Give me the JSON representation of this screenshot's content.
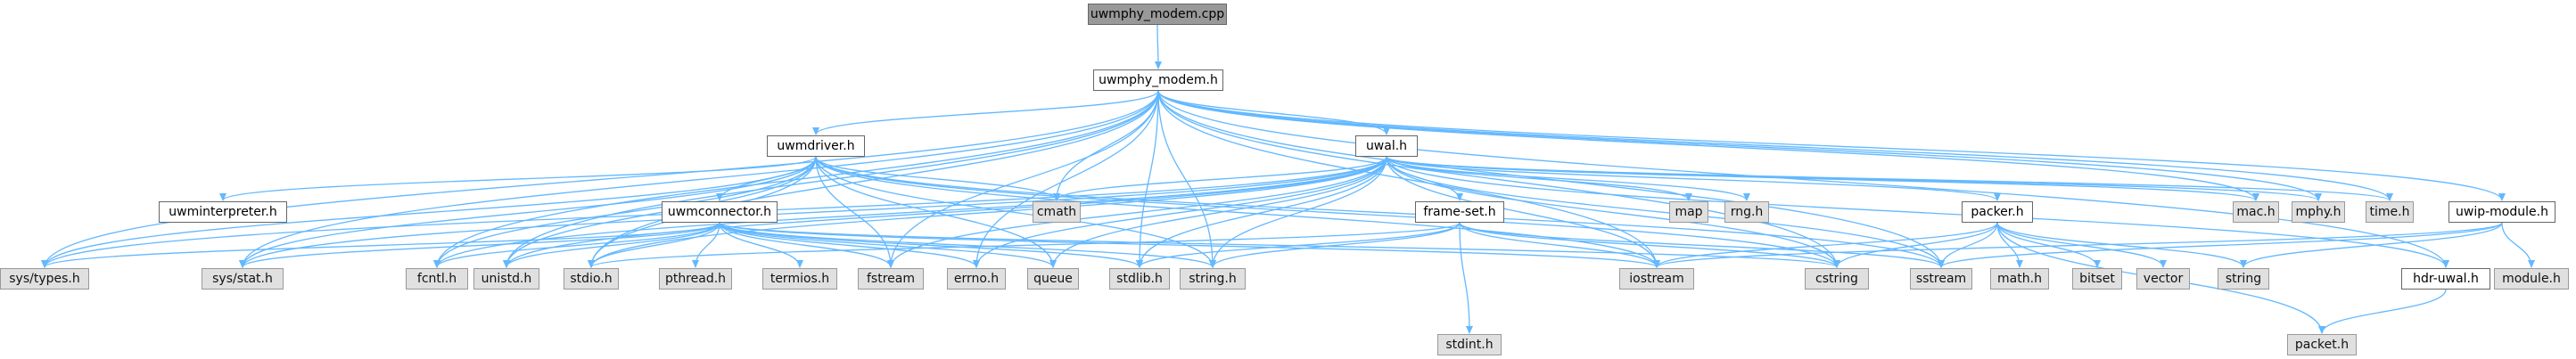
{
  "diagram": {
    "edge_color": "#63b8ff",
    "nodes": [
      {
        "id": "uwmphy_modem_cpp",
        "label": "uwmphy_modem.cpp",
        "style": "root"
      },
      {
        "id": "uwmphy_modem_h",
        "label": "uwmphy_modem.h",
        "style": "header"
      },
      {
        "id": "uwmdriver_h",
        "label": "uwmdriver.h",
        "style": "header"
      },
      {
        "id": "uwal_h",
        "label": "uwal.h",
        "style": "header"
      },
      {
        "id": "uwminterpreter_h",
        "label": "uwminterpreter.h",
        "style": "header"
      },
      {
        "id": "uwmconnector_h",
        "label": "uwmconnector.h",
        "style": "header"
      },
      {
        "id": "frame_set_h",
        "label": "frame-set.h",
        "style": "header"
      },
      {
        "id": "packer_h",
        "label": "packer.h",
        "style": "header"
      },
      {
        "id": "uwip_module_h",
        "label": "uwip-module.h",
        "style": "header"
      },
      {
        "id": "hdr_uwal_h",
        "label": "hdr-uwal.h",
        "style": "header"
      },
      {
        "id": "cmath",
        "label": "cmath",
        "style": "system"
      },
      {
        "id": "map",
        "label": "map",
        "style": "system"
      },
      {
        "id": "rng_h",
        "label": "rng.h",
        "style": "system"
      },
      {
        "id": "mac_h",
        "label": "mac.h",
        "style": "system"
      },
      {
        "id": "mphy_h",
        "label": "mphy.h",
        "style": "system"
      },
      {
        "id": "time_h",
        "label": "time.h",
        "style": "system"
      },
      {
        "id": "sys_types_h",
        "label": "sys/types.h",
        "style": "system"
      },
      {
        "id": "sys_stat_h",
        "label": "sys/stat.h",
        "style": "system"
      },
      {
        "id": "fcntl_h",
        "label": "fcntl.h",
        "style": "system"
      },
      {
        "id": "unistd_h",
        "label": "unistd.h",
        "style": "system"
      },
      {
        "id": "stdio_h",
        "label": "stdio.h",
        "style": "system"
      },
      {
        "id": "pthread_h",
        "label": "pthread.h",
        "style": "system"
      },
      {
        "id": "termios_h",
        "label": "termios.h",
        "style": "system"
      },
      {
        "id": "fstream",
        "label": "fstream",
        "style": "system"
      },
      {
        "id": "errno_h",
        "label": "errno.h",
        "style": "system"
      },
      {
        "id": "queue",
        "label": "queue",
        "style": "system"
      },
      {
        "id": "stdlib_h",
        "label": "stdlib.h",
        "style": "system"
      },
      {
        "id": "string_h",
        "label": "string.h",
        "style": "system"
      },
      {
        "id": "stdint_h",
        "label": "stdint.h",
        "style": "system"
      },
      {
        "id": "iostream",
        "label": "iostream",
        "style": "system"
      },
      {
        "id": "cstring",
        "label": "cstring",
        "style": "system"
      },
      {
        "id": "sstream",
        "label": "sstream",
        "style": "system"
      },
      {
        "id": "math_h",
        "label": "math.h",
        "style": "system"
      },
      {
        "id": "bitset",
        "label": "bitset",
        "style": "system"
      },
      {
        "id": "vector",
        "label": "vector",
        "style": "system"
      },
      {
        "id": "string",
        "label": "string",
        "style": "system"
      },
      {
        "id": "module_h",
        "label": "module.h",
        "style": "system"
      },
      {
        "id": "packet_h",
        "label": "packet.h",
        "style": "system"
      }
    ],
    "edges": [
      [
        "uwmphy_modem_cpp",
        "uwmphy_modem_h"
      ],
      [
        "uwmphy_modem_h",
        "uwmdriver_h"
      ],
      [
        "uwmphy_modem_h",
        "uwal_h"
      ],
      [
        "uwmphy_modem_h",
        "uwip_module_h"
      ],
      [
        "uwmphy_modem_h",
        "hdr_uwal_h"
      ],
      [
        "uwmphy_modem_h",
        "cmath"
      ],
      [
        "uwmphy_modem_h",
        "mac_h"
      ],
      [
        "uwmphy_modem_h",
        "mphy_h"
      ],
      [
        "uwmphy_modem_h",
        "time_h"
      ],
      [
        "uwmphy_modem_h",
        "sys_types_h"
      ],
      [
        "uwmphy_modem_h",
        "sys_stat_h"
      ],
      [
        "uwmphy_modem_h",
        "fcntl_h"
      ],
      [
        "uwmphy_modem_h",
        "unistd_h"
      ],
      [
        "uwmphy_modem_h",
        "stdio_h"
      ],
      [
        "uwmphy_modem_h",
        "fstream"
      ],
      [
        "uwmphy_modem_h",
        "errno_h"
      ],
      [
        "uwmphy_modem_h",
        "stdlib_h"
      ],
      [
        "uwmphy_modem_h",
        "string_h"
      ],
      [
        "uwmphy_modem_h",
        "iostream"
      ],
      [
        "uwmphy_modem_h",
        "cstring"
      ],
      [
        "uwmphy_modem_h",
        "sstream"
      ],
      [
        "uwmdriver_h",
        "uwminterpreter_h"
      ],
      [
        "uwmdriver_h",
        "uwmconnector_h"
      ],
      [
        "uwmdriver_h",
        "cmath"
      ],
      [
        "uwmdriver_h",
        "sys_types_h"
      ],
      [
        "uwmdriver_h",
        "sys_stat_h"
      ],
      [
        "uwmdriver_h",
        "fcntl_h"
      ],
      [
        "uwmdriver_h",
        "unistd_h"
      ],
      [
        "uwmdriver_h",
        "stdio_h"
      ],
      [
        "uwmdriver_h",
        "fstream"
      ],
      [
        "uwmdriver_h",
        "queue"
      ],
      [
        "uwmdriver_h",
        "string_h"
      ],
      [
        "uwmdriver_h",
        "iostream"
      ],
      [
        "uwmdriver_h",
        "cstring"
      ],
      [
        "uwmdriver_h",
        "sstream"
      ],
      [
        "uwmconnector_h",
        "sys_types_h"
      ],
      [
        "uwmconnector_h",
        "sys_stat_h"
      ],
      [
        "uwmconnector_h",
        "fcntl_h"
      ],
      [
        "uwmconnector_h",
        "unistd_h"
      ],
      [
        "uwmconnector_h",
        "stdio_h"
      ],
      [
        "uwmconnector_h",
        "pthread_h"
      ],
      [
        "uwmconnector_h",
        "termios_h"
      ],
      [
        "uwmconnector_h",
        "fstream"
      ],
      [
        "uwmconnector_h",
        "errno_h"
      ],
      [
        "uwmconnector_h",
        "queue"
      ],
      [
        "uwmconnector_h",
        "stdlib_h"
      ],
      [
        "uwmconnector_h",
        "string_h"
      ],
      [
        "uwmconnector_h",
        "iostream"
      ],
      [
        "uwmconnector_h",
        "cstring"
      ],
      [
        "uwal_h",
        "frame_set_h"
      ],
      [
        "uwal_h",
        "packer_h"
      ],
      [
        "uwal_h",
        "hdr_uwal_h"
      ],
      [
        "uwal_h",
        "cmath"
      ],
      [
        "uwal_h",
        "map"
      ],
      [
        "uwal_h",
        "rng_h"
      ],
      [
        "uwal_h",
        "mac_h"
      ],
      [
        "uwal_h",
        "mphy_h"
      ],
      [
        "uwal_h",
        "time_h"
      ],
      [
        "uwal_h",
        "sys_types_h"
      ],
      [
        "uwal_h",
        "sys_stat_h"
      ],
      [
        "uwal_h",
        "fcntl_h"
      ],
      [
        "uwal_h",
        "unistd_h"
      ],
      [
        "uwal_h",
        "stdio_h"
      ],
      [
        "uwal_h",
        "fstream"
      ],
      [
        "uwal_h",
        "errno_h"
      ],
      [
        "uwal_h",
        "queue"
      ],
      [
        "uwal_h",
        "stdlib_h"
      ],
      [
        "uwal_h",
        "string_h"
      ],
      [
        "uwal_h",
        "iostream"
      ],
      [
        "uwal_h",
        "cstring"
      ],
      [
        "uwal_h",
        "sstream"
      ],
      [
        "frame_set_h",
        "stdio_h"
      ],
      [
        "frame_set_h",
        "stdint_h"
      ],
      [
        "frame_set_h",
        "stdlib_h"
      ],
      [
        "frame_set_h",
        "string_h"
      ],
      [
        "frame_set_h",
        "iostream"
      ],
      [
        "frame_set_h",
        "cstring"
      ],
      [
        "frame_set_h",
        "sstream"
      ],
      [
        "packer_h",
        "iostream"
      ],
      [
        "packer_h",
        "cstring"
      ],
      [
        "packer_h",
        "sstream"
      ],
      [
        "packer_h",
        "math_h"
      ],
      [
        "packer_h",
        "bitset"
      ],
      [
        "packer_h",
        "vector"
      ],
      [
        "packer_h",
        "string"
      ],
      [
        "packer_h",
        "packet_h"
      ],
      [
        "uwip_module_h",
        "module_h"
      ],
      [
        "uwip_module_h",
        "iostream"
      ],
      [
        "uwip_module_h",
        "sstream"
      ],
      [
        "uwip_module_h",
        "string"
      ],
      [
        "hdr_uwal_h",
        "packet_h"
      ]
    ]
  }
}
